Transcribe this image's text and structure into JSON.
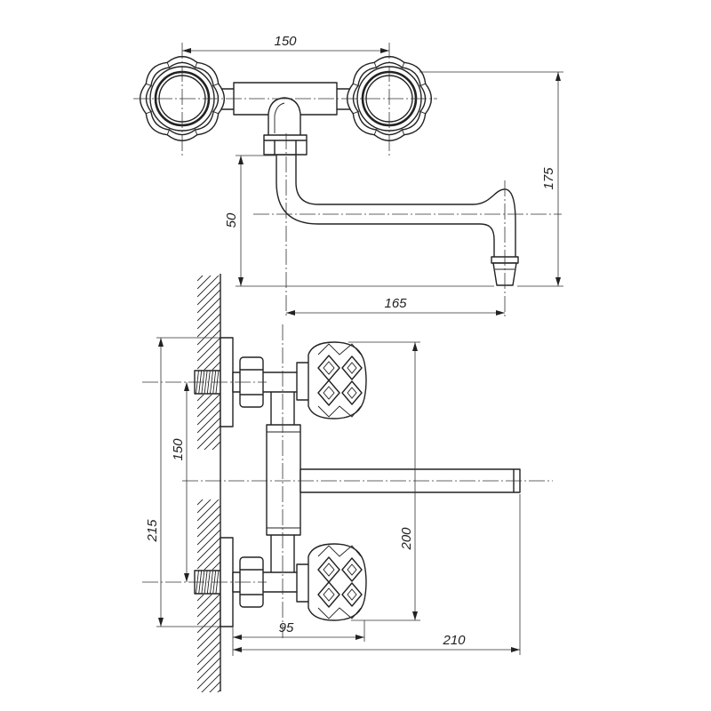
{
  "drawing": {
    "background": "#ffffff",
    "line_color": "#222222"
  },
  "top_view": {
    "dim_handle_spacing": "150",
    "dim_total_height": "175",
    "dim_spout_drop": "50",
    "dim_spout_reach": "165"
  },
  "side_view": {
    "dim_inlet_spacing": "150",
    "dim_flange_span": "215",
    "dim_handle_span": "200",
    "dim_handle_projection": "95",
    "dim_spout_projection": "210"
  }
}
